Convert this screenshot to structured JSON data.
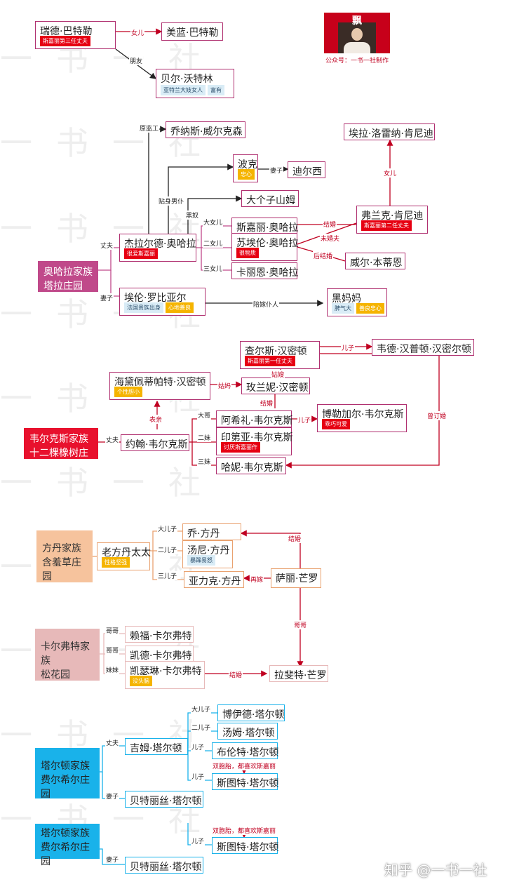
{
  "watermark": "一书一社",
  "brand": {
    "title": "飘",
    "caption": "公众号：一书一社制作"
  },
  "footer": {
    "credit": "知乎 @一书一社"
  },
  "colors": {
    "ohara": "#c0498a",
    "wilkes": "#e8112d",
    "fontaine": "#f6c39d",
    "calvert": "#e7b9b9",
    "tarleton": "#19b2ea",
    "rel_red": "#c00020"
  },
  "families": {
    "ohara": {
      "line1": "奥哈拉家族",
      "line2": "塔拉庄园"
    },
    "wilkes": {
      "line1": "韦尔克斯家族",
      "line2": "十二棵橡树庄园"
    },
    "fontaine": {
      "line1": "方丹家族",
      "line2": "含羞草庄园"
    },
    "calvert": {
      "line1": "卡尔弗特家族",
      "line2": "松花园"
    },
    "tarleton1": {
      "line1": "塔尔顿家族",
      "line2": "费尔希尔庄园"
    },
    "tarleton2": {
      "line1": "塔尔顿家族",
      "line2": "费尔希尔庄园"
    }
  },
  "people": {
    "rhett": {
      "name": "瑞德·巴特勒",
      "tags": [
        "斯嘉丽第三任丈夫"
      ]
    },
    "bonnie": {
      "name": "美蓝·巴特勒"
    },
    "belle": {
      "name": "贝尔·沃特林",
      "tags": [
        "亚特兰大妓女人",
        "富有"
      ]
    },
    "wilkerson": {
      "name": "乔纳斯·威尔克森"
    },
    "pork": {
      "name": "波克",
      "tags": [
        "忠心"
      ]
    },
    "dilcey": {
      "name": "迪尔西"
    },
    "bigsam": {
      "name": "大个子山姆"
    },
    "ella": {
      "name": "埃拉·洛雷纳·肯尼迪"
    },
    "frank": {
      "name": "弗兰克·肯尼迪",
      "tags": [
        "斯嘉丽第二任丈夫"
      ]
    },
    "gerald": {
      "name": "杰拉尔德·奥哈拉",
      "tags": [
        "很爱斯嘉丽"
      ]
    },
    "scarlett": {
      "name": "斯嘉丽·奥哈拉"
    },
    "suellen": {
      "name": "苏埃伦·奥哈拉",
      "tags": [
        "很物质"
      ]
    },
    "carreen": {
      "name": "卡丽恩·奥哈拉"
    },
    "willbenteen": {
      "name": "威尔·本蒂恩"
    },
    "ellen": {
      "name": "埃伦·罗比亚尔",
      "tags": [
        "法国贵族出身",
        "心地善良"
      ]
    },
    "mammy": {
      "name": "黑妈妈",
      "tags": [
        "脾气大",
        "善良忠心"
      ]
    },
    "charles": {
      "name": "查尔斯·汉密顿",
      "tags": [
        "斯嘉丽第一任丈夫"
      ]
    },
    "wade": {
      "name": "韦德·汉普顿·汉密尔顿"
    },
    "pitty": {
      "name": "海黛佩蒂帕特·汉密顿",
      "tags": [
        "个性胆小"
      ]
    },
    "melanie": {
      "name": "玫兰妮·汉密顿"
    },
    "ashley": {
      "name": "阿希礼·韦尔克斯"
    },
    "beau": {
      "name": "博勒加尔·韦尔克斯",
      "tags": [
        "乖巧可爱"
      ]
    },
    "india": {
      "name": "印第亚·韦尔克斯",
      "tags": [
        "讨厌斯嘉丽作"
      ]
    },
    "john": {
      "name": "约翰·韦尔克斯"
    },
    "honey": {
      "name": "哈妮·韦尔克斯"
    },
    "joe": {
      "name": "乔·方丹"
    },
    "oldfontaine": {
      "name": "老方丹太太",
      "tags": [
        "性格坚强"
      ]
    },
    "tony": {
      "name": "汤尼·方丹",
      "tags": [
        "暴躁易怒"
      ]
    },
    "alex": {
      "name": "亚力克·方丹"
    },
    "sally": {
      "name": "萨丽·芒罗"
    },
    "raiford": {
      "name": "赖福·卡尔弗特"
    },
    "cade": {
      "name": "凯德·卡尔弗特"
    },
    "cathleen": {
      "name": "凯瑟琳·卡尔弗特",
      "tags": [
        "没头脑"
      ]
    },
    "lafayette": {
      "name": "拉斐特·芒罗"
    },
    "boyd": {
      "name": "博伊德·塔尔顿"
    },
    "tom": {
      "name": "汤姆·塔尔顿"
    },
    "brent": {
      "name": "布伦特·塔尔顿"
    },
    "stuart": {
      "name": "斯图特·塔尔顿"
    },
    "jim": {
      "name": "吉姆·塔尔顿"
    },
    "beatrice": {
      "name": "贝特丽丝·塔尔顿"
    },
    "stuart2": {
      "name": "斯图特·塔尔顿"
    },
    "beatrice2": {
      "name": "贝特丽丝·塔尔顿"
    }
  },
  "relations": {
    "daughter": "女儿",
    "friend": "朋友",
    "overseer": "原监工",
    "wife": "妻子",
    "valet": "贴身男仆",
    "blackslave": "黑奴",
    "husband": "丈夫",
    "eldest_daughter": "大女儿",
    "second_daughter": "二女儿",
    "third_daughter": "三女儿",
    "married": "结婚",
    "fiance": "未婚夫",
    "later_married": "后结婚",
    "dowry_servant": "陪嫁仆人",
    "son": "儿子",
    "aunt": "姑妈",
    "sister_in_law": "姑嫂",
    "cousin": "表亲",
    "elder_brother": "大哥",
    "second_sister": "二妹",
    "third_sister": "三妹",
    "was_engaged": "曾订婚",
    "eldest_son": "大儿子",
    "second_son": "二儿子",
    "third_son": "三儿子",
    "remarried": "再嫁",
    "brother": "哥哥",
    "younger_sister": "妹妹",
    "twins": "双胞胎，都喜欢斯嘉丽"
  }
}
